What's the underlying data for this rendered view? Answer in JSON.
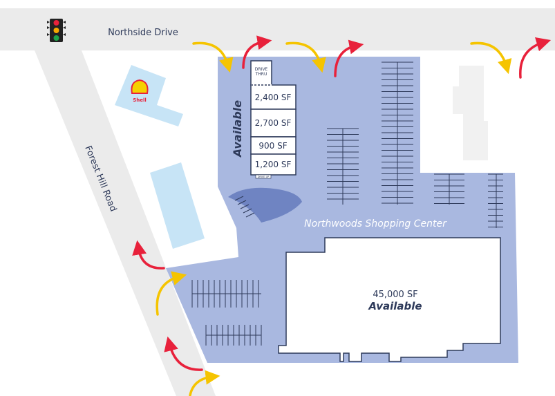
{
  "roads": {
    "north": "Northside Drive",
    "west": "Forest Hill Road"
  },
  "anchor": {
    "brand": "Shell"
  },
  "center": {
    "name": "Northwoods Shopping Center"
  },
  "outparcel": {
    "status": "Available",
    "drive_thru": [
      "DRIVE",
      "THRU"
    ],
    "drive_up": "DRIVE UP",
    "suites": [
      "2,400 SF",
      "2,700 SF",
      "900 SF",
      "1,200 SF"
    ]
  },
  "main_building": {
    "size": "45,000 SF",
    "status": "Available"
  },
  "colors": {
    "road": "#ebebeb",
    "lot": "#a9b8e0",
    "building_outline": "#2e3a5a",
    "pad": "#c7e4f6",
    "arrow_in": "#f5c400",
    "arrow_out": "#e8213b"
  }
}
